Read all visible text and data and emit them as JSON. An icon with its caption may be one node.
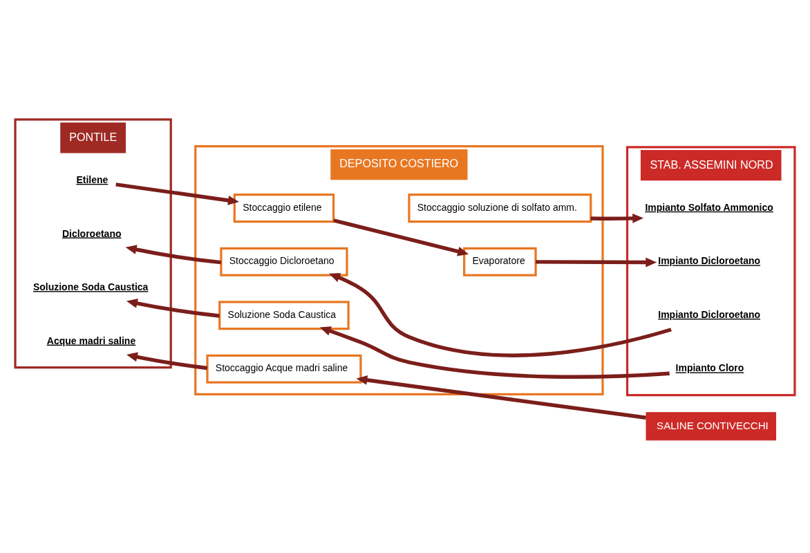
{
  "diagram": {
    "nodes": [
      {
        "text": [
          "PONTILE"
        ]
      },
      {
        "text": [
          "Etilene"
        ],
        "in": 0
      },
      {
        "text": [
          "Dicloroetano"
        ],
        "in": 0
      },
      {
        "text": [
          "Soluzione Soda Caustica"
        ],
        "in": 0
      },
      {
        "text": [
          "Acque madri saline"
        ],
        "in": 0
      },
      {
        "text": [
          "DEPOSITO COSTIERO"
        ]
      },
      {
        "text": [
          "Stoccaggio soluzione di solfato amm."
        ],
        "in": 5
      },
      {
        "text": [
          "Stoccaggio etilene"
        ],
        "in": 5
      },
      {
        "text": [
          "Evaporatore"
        ],
        "in": 5
      },
      {
        "text": [
          "Stoccaggio Dicloroetano"
        ],
        "in": 5
      },
      {
        "text": [
          "Soluzione Soda Caustica"
        ],
        "in": 5
      },
      {
        "text": [
          "Stoccaggio Acque madri saline"
        ],
        "in": 5
      },
      {
        "text": [
          "STAB. ASSEMINI NORD"
        ]
      },
      {
        "text": [
          "Impianto Solfato Ammonico"
        ],
        "in": 12
      },
      {
        "text": [
          "Impianto Dicloroetano"
        ],
        "in": 12
      },
      {
        "text": [
          "Impianto Dicloroetano"
        ],
        "in": 12
      },
      {
        "text": [
          "Impianto Cloro"
        ],
        "in": 12
      },
      {
        "text": [
          "SALINE CONTIVECCHI"
        ]
      }
    ],
    "edges": [
      {
        "from": 6,
        "to": 13,
        "arrow": "to"
      },
      {
        "from": 1,
        "to": 7,
        "arrow": "to"
      },
      {
        "from": 7,
        "to": 8,
        "arrow": "to"
      },
      {
        "from": 8,
        "to": 14,
        "arrow": "to"
      },
      {
        "from": 15,
        "to": 9,
        "arrow": "to"
      },
      {
        "from": 9,
        "to": 2,
        "arrow": "to"
      },
      {
        "from": 16,
        "to": 10,
        "arrow": "to"
      },
      {
        "from": 10,
        "to": 3,
        "arrow": "to"
      },
      {
        "from": 17,
        "to": 11,
        "arrow": "to"
      },
      {
        "from": 11,
        "to": 4,
        "arrow": "to"
      }
    ]
  }
}
